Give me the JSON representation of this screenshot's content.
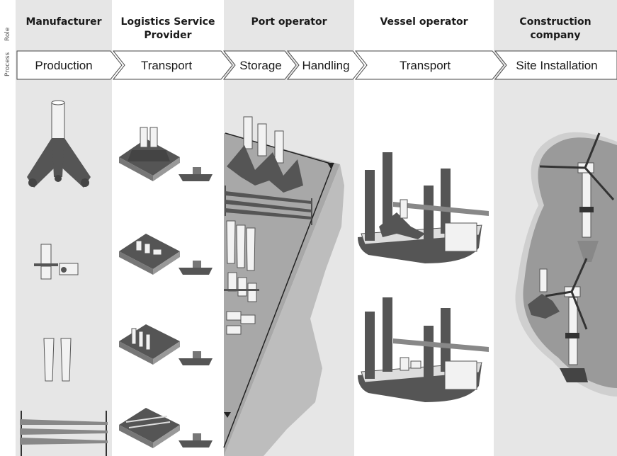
{
  "side_labels": {
    "role": "Role",
    "process": "Process"
  },
  "roles": [
    {
      "line1": "Manufacturer",
      "line2": ""
    },
    {
      "line1": "Logistics Service",
      "line2": "Provider"
    },
    {
      "line1": "Port operator",
      "line2": ""
    },
    {
      "line1": "Vessel operator",
      "line2": ""
    },
    {
      "line1": "Construction",
      "line2": "company"
    }
  ],
  "processes": [
    "Production",
    "Transport",
    "Storage",
    "Handling",
    "Transport",
    "Site Installation"
  ],
  "colors": {
    "shade": "#e6e6e6",
    "land": "#a8a8a8",
    "component": "#555555",
    "water": "#bdbdbd",
    "sea": "#9a9a9a"
  }
}
